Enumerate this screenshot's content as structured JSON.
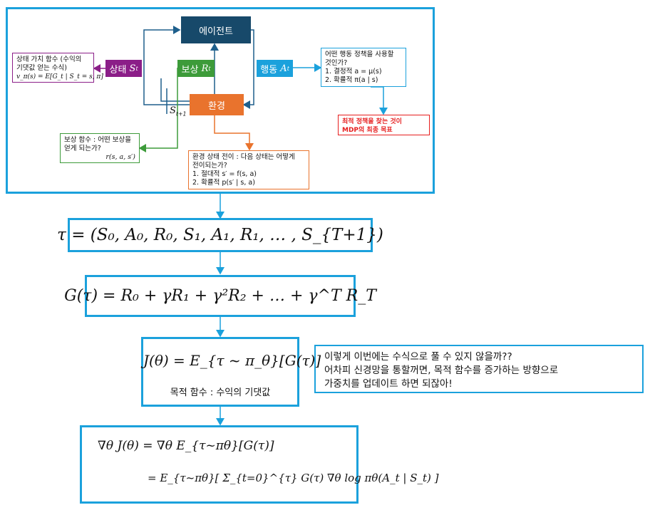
{
  "diagram": {
    "agent": "에이전트",
    "environment": "환경",
    "state_label": "상태",
    "state_sym": "S",
    "state_sub": "t",
    "reward_label": "보상",
    "reward_sym": "R",
    "reward_sub": "t",
    "action_label": "행동",
    "action_sym": "A",
    "action_sub": "t",
    "next_state_sym": "S",
    "next_state_sub": "t+1"
  },
  "notes": {
    "value_fn": {
      "lines": [
        "상태 가치 함수 (수익의",
        "기댓값 얻는 수식)"
      ],
      "formula": "v_π(s) = E[G_t | S_t = s, π]"
    },
    "policy": {
      "lines": [
        "어떤 행동 정책을 사용할",
        "것인가?"
      ],
      "item1": "1.   결정적 a = μ(s)",
      "item2": "2.   확률적 π(a | s)"
    },
    "goal": {
      "lines": [
        "최적 정책을 찾는 것이",
        "MDP의 최종 목표"
      ]
    },
    "reward_fn": {
      "lines": [
        "보상 함수 : 어떤 보상을",
        "얻게 되는가?"
      ],
      "formula": "r(s, a, s′)"
    },
    "transition": {
      "lines": [
        "환경 상태 전이 : 다음 상태는 어떻게",
        "전이되는가?"
      ],
      "item1": "1.   절대적 s′ = f(s, a)",
      "item2": "2.   확률적 p(s′ | s, a)"
    }
  },
  "equations": {
    "trajectory": "τ = (S₀, A₀, R₀, S₁, A₁, R₁, … , S_{T+1})",
    "return": "G(τ) = R₀ + γR₁ + γ²R₂ + … + γ^T R_T",
    "objective": "J(θ) = E_{τ ~ π_θ}[G(τ)]",
    "objective_caption": "목적 함수 : 수익의 기댓값",
    "gradient_line1": "∇θ J(θ) = ∇θ E_{τ~πθ}[G(τ)]",
    "gradient_line2": "= E_{τ~πθ}[ Σ_{t=0}^{τ} G(τ) ∇θ log πθ(A_t | S_t) ]"
  },
  "comment": {
    "line1": "이렇게 이번에는 수식으로 풀 수 있지 않을까??",
    "line2": "어차피 신경망을 통할꺼면, 목적 함수를 증가하는 방향으로",
    "line3": "가중치를 업데이트 하면 되잖아!"
  },
  "colors": {
    "frame": "#1ba1dc",
    "agent": "#17496a",
    "environment": "#e9732d",
    "state": "#8b1e88",
    "reward": "#3d9b3a",
    "action": "#1ba1dc",
    "goal_text": "#e61e1e",
    "connector": "#1e5f8c"
  }
}
